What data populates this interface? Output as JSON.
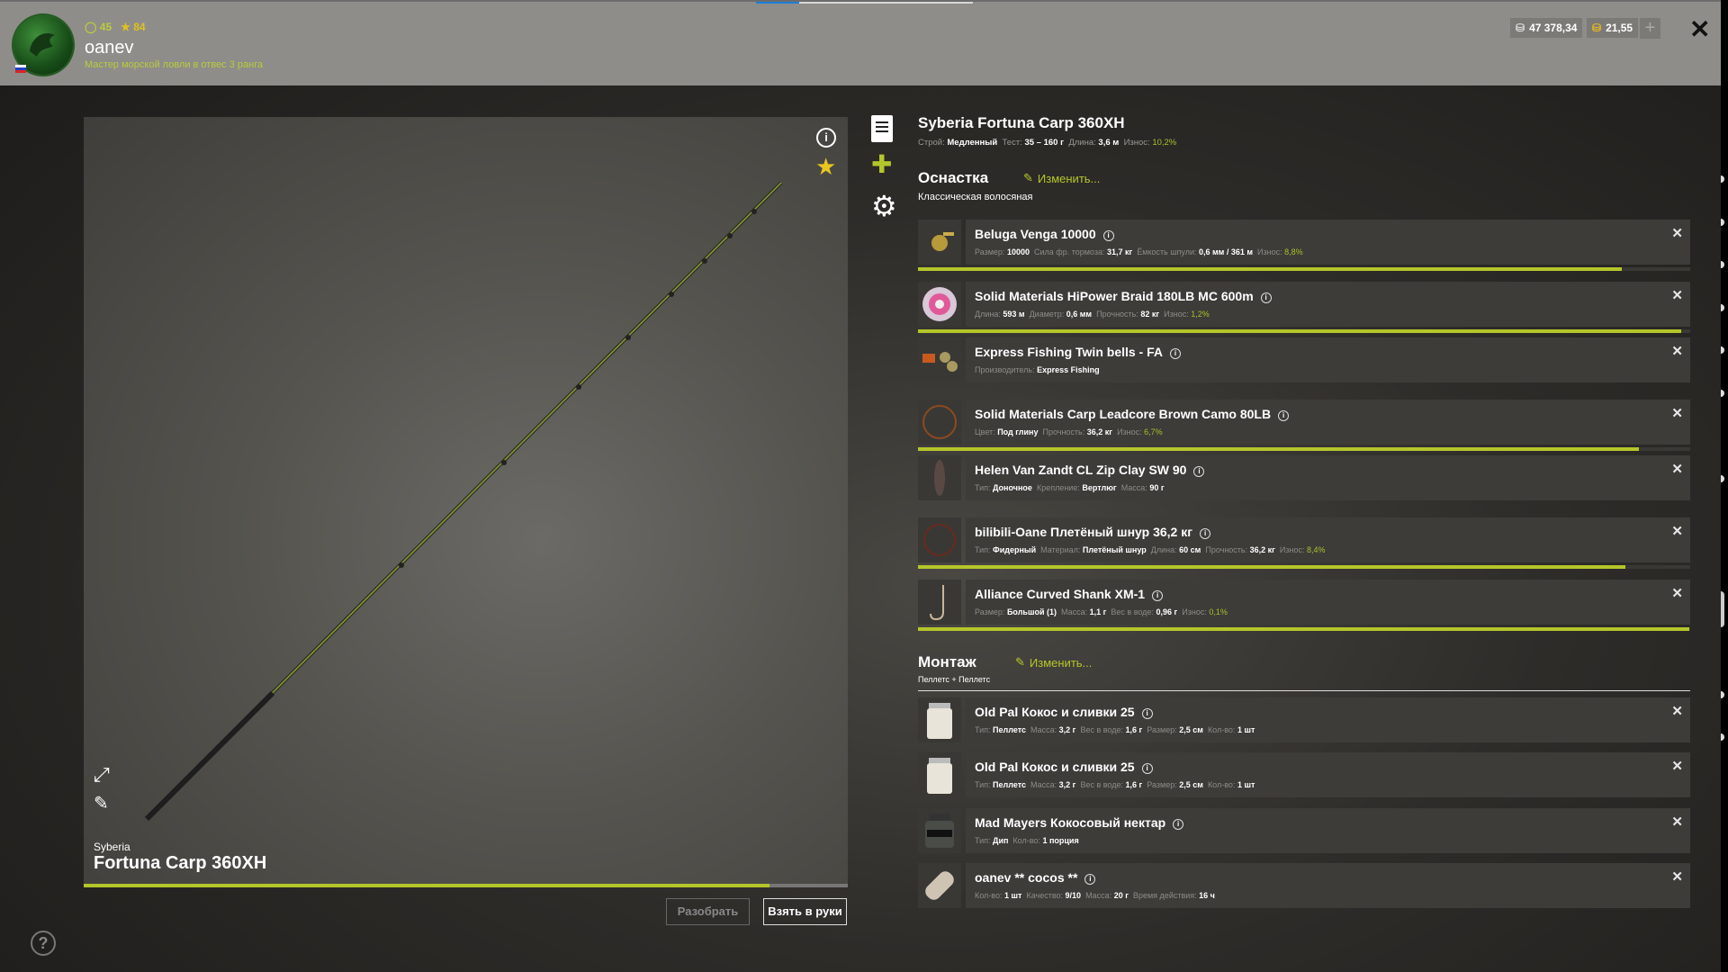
{
  "header": {
    "level": "45",
    "stars": "84",
    "username": "oanev",
    "rank_title": "Мастер морской ловли в отвес 3 ранга",
    "silver": "47 378,34",
    "gold": "21,55",
    "add_label": "+",
    "close": "✕"
  },
  "colors": {
    "accent": "#b4c62a",
    "tab_active": "#1e7fd6"
  },
  "preview": {
    "brand": "Syberia",
    "name": "Fortuna Carp 360XH",
    "condition_pct": 89.8,
    "info_icon": "i",
    "disassemble": "Разобрать",
    "take": "Взять в руки"
  },
  "rod": {
    "title": "Syberia Fortuna Carp 360XH",
    "props": [
      {
        "k": "Строй:",
        "v": "Медленный"
      },
      {
        "k": "Тест:",
        "v": "35 – 160 г"
      },
      {
        "k": "Длина:",
        "v": "3,6 м"
      },
      {
        "k": "Износ:",
        "v": "10,2%",
        "g": true
      }
    ]
  },
  "tackle": {
    "title": "Оснастка",
    "edit": "Изменить...",
    "subtitle": "Классическая волосяная"
  },
  "rig": {
    "title": "Монтаж",
    "edit": "Изменить...",
    "subtitle": "Пеллетс + Пеллетс"
  },
  "items": [
    {
      "name": "Beluga Venga 10000",
      "icon": "reel",
      "cond": 91.2,
      "props": [
        {
          "k": "Размер:",
          "v": "10000"
        },
        {
          "k": "Сила фр. тормоза:",
          "v": "31,7 кг"
        },
        {
          "k": "Ёмкость шпули:",
          "v": "0,6 мм / 361 м"
        },
        {
          "k": "Износ:",
          "v": "8,8%",
          "g": true
        }
      ]
    },
    {
      "name": "Solid Materials HiPower Braid 180LB MC 600m",
      "icon": "line-spool",
      "cond": 98.8,
      "props": [
        {
          "k": "Длина:",
          "v": "593 м"
        },
        {
          "k": "Диаметр:",
          "v": "0,6 мм"
        },
        {
          "k": "Прочность:",
          "v": "82 кг"
        },
        {
          "k": "Износ:",
          "v": "1,2%",
          "g": true
        }
      ]
    },
    {
      "name": "Express Fishing Twin bells - FA",
      "icon": "bells",
      "props": [
        {
          "k": "Производитель:",
          "v": "Express Fishing"
        }
      ]
    },
    {
      "name": "Solid Materials Carp Leadcore Brown Camo 80LB",
      "icon": "leadcore",
      "cond": 93.3,
      "props": [
        {
          "k": "Цвет:",
          "v": "Под глину"
        },
        {
          "k": "Прочность:",
          "v": "36,2 кг"
        },
        {
          "k": "Износ:",
          "v": "6,7%",
          "g": true
        }
      ]
    },
    {
      "name": "Helen Van Zandt CL Zip Clay SW 90",
      "icon": "sinker",
      "props": [
        {
          "k": "Тип:",
          "v": "Доночное"
        },
        {
          "k": "Крепление:",
          "v": "Вертлюг"
        },
        {
          "k": "Масса:",
          "v": "90 г"
        }
      ]
    },
    {
      "name": "bilibili-Oane Плетёный шнур 36,2 кг",
      "icon": "leader",
      "cond": 91.6,
      "props": [
        {
          "k": "Тип:",
          "v": "Фидерный"
        },
        {
          "k": "Материал:",
          "v": "Плетёный шнур"
        },
        {
          "k": "Длина:",
          "v": "60 см"
        },
        {
          "k": "Прочность:",
          "v": "36,2 кг"
        },
        {
          "k": "Износ:",
          "v": "8,4%",
          "g": true
        }
      ]
    },
    {
      "name": "Alliance Curved Shank XM-1",
      "icon": "hook",
      "cond": 99.9,
      "props": [
        {
          "k": "Размер:",
          "v": "Большой (1)"
        },
        {
          "k": "Масса:",
          "v": "1,1 г"
        },
        {
          "k": "Вес в воде:",
          "v": "0,96 г"
        },
        {
          "k": "Износ:",
          "v": "0,1%",
          "g": true
        }
      ]
    }
  ],
  "baits": [
    {
      "name": "Old Pal Кокос и сливки 25",
      "icon": "pellet-jar",
      "props": [
        {
          "k": "Тип:",
          "v": "Пеллетс"
        },
        {
          "k": "Масса:",
          "v": "3,2 г"
        },
        {
          "k": "Вес в воде:",
          "v": "1,6 г"
        },
        {
          "k": "Размер:",
          "v": "2,5 см"
        },
        {
          "k": "Кол-во:",
          "v": "1 шт"
        }
      ]
    },
    {
      "name": "Old Pal Кокос и сливки 25",
      "icon": "pellet-jar",
      "props": [
        {
          "k": "Тип:",
          "v": "Пеллетс"
        },
        {
          "k": "Масса:",
          "v": "3,2 г"
        },
        {
          "k": "Вес в воде:",
          "v": "1,6 г"
        },
        {
          "k": "Размер:",
          "v": "2,5 см"
        },
        {
          "k": "Кол-во:",
          "v": "1 шт"
        }
      ]
    },
    {
      "name": "Mad Mayers Кокосовый нектар",
      "icon": "dip-jar",
      "props": [
        {
          "k": "Тип:",
          "v": "Дип"
        },
        {
          "k": "Кол-во:",
          "v": "1 порция"
        }
      ]
    },
    {
      "name": "oanev ** cocos **",
      "icon": "feeder-groundbait",
      "props": [
        {
          "k": "Кол-во:",
          "v": "1 шт"
        },
        {
          "k": "Качество:",
          "v": "9/10"
        },
        {
          "k": "Масса:",
          "v": "20 г"
        },
        {
          "k": "Время действия:",
          "v": "16 ч"
        }
      ]
    }
  ],
  "help": "?"
}
